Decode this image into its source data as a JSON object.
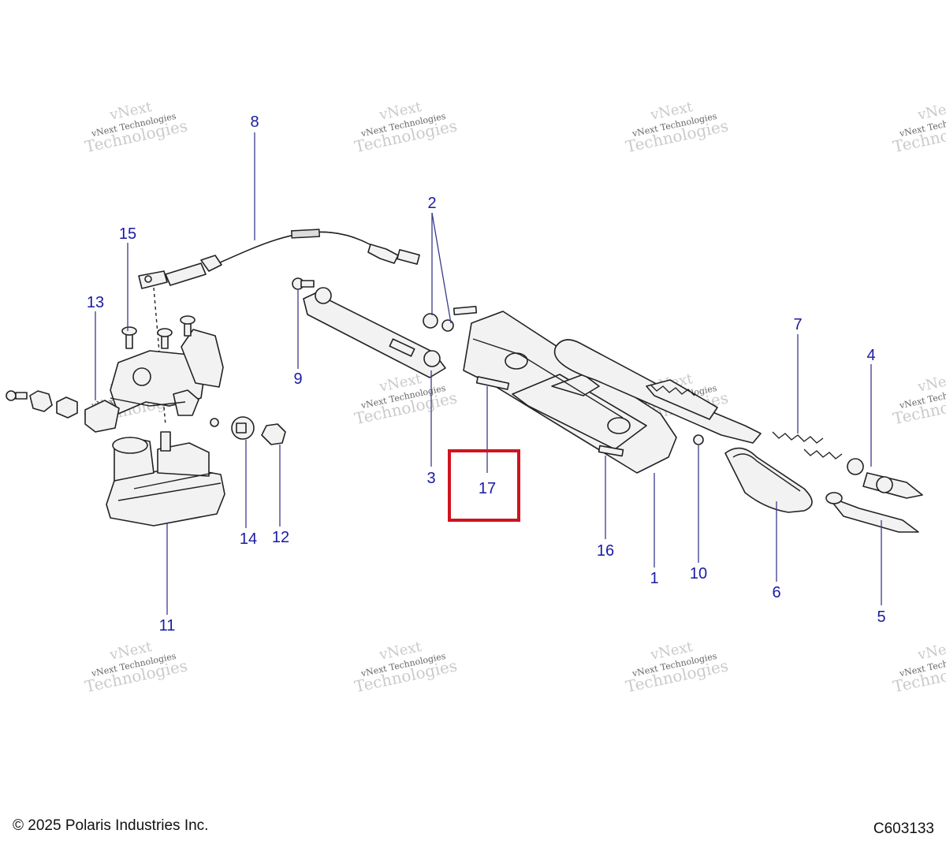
{
  "watermark": {
    "line1": "vNext",
    "line2": "vNext Technologies",
    "line3": "Technologies"
  },
  "callouts": {
    "c1": "1",
    "c2": "2",
    "c3": "3",
    "c4": "4",
    "c5": "5",
    "c6": "6",
    "c7": "7",
    "c8": "8",
    "c9": "9",
    "c10": "10",
    "c11": "11",
    "c12": "12",
    "c13": "13",
    "c14": "14",
    "c15": "15",
    "c16": "16",
    "c17": "17"
  },
  "highlighted_callout": "17",
  "colors": {
    "callout": "#1a1aa6",
    "highlight": "#d0141e"
  },
  "footer": {
    "copyright": "© 2025 Polaris Industries Inc.",
    "drawing_id": "C603133"
  }
}
